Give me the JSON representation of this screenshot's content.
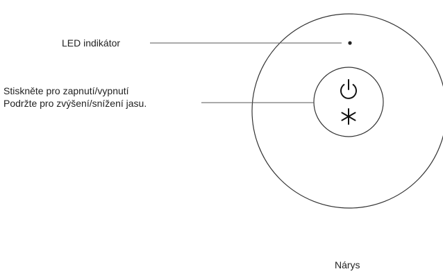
{
  "annotations": {
    "led_indicator": "LED indikátor",
    "button_line1": "Stiskněte pro zapnutí/vypnutí",
    "button_line2": "Podržte pro zvýšení/snížení jasu."
  },
  "caption": "Nárys",
  "icons": {
    "button_top": "power-icon",
    "button_bottom": "asterisk-icon"
  },
  "colors": {
    "line": "#333333",
    "text": "#222222",
    "background": "#ffffff"
  }
}
